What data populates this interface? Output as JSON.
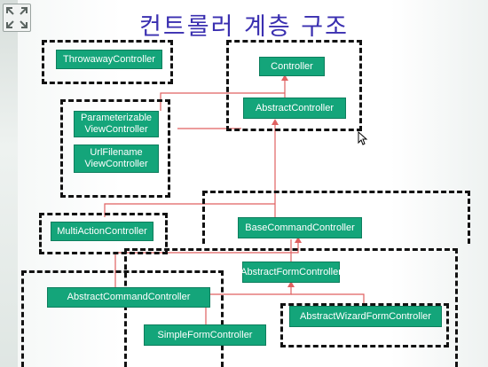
{
  "title": "컨트롤러 계층 구조",
  "colors": {
    "title": "#3a2fb0",
    "box_fill": "#14a57a",
    "box_text": "#ffffff",
    "link": "#e06060",
    "region_border": "#111111"
  },
  "icons": [
    "expand-icon",
    "mouse-cursor-icon"
  ],
  "classes": {
    "throwaway": "ThrowawayController",
    "controller": "Controller",
    "abstract": "AbstractController",
    "parameterizable": "Parameterizable\nViewController",
    "urlfilename": "UrlFilename\nViewController",
    "multiaction": "MultiActionController",
    "basecommand": "BaseCommandController",
    "abstractform": "AbstractFormController",
    "abstractcommand": "AbstractCommandController",
    "simpleform": "SimpleFormController",
    "wizard": "AbstractWizardFormController"
  }
}
